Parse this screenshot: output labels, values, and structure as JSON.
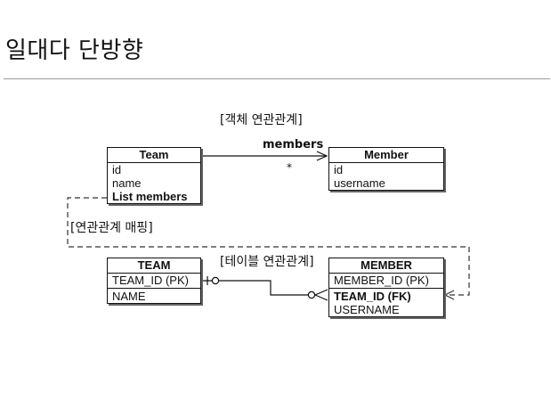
{
  "page": {
    "title": "일대다 단방향"
  },
  "labels": {
    "object_relation": "[객체 연관관계]",
    "members": "members",
    "multiplicity": "*",
    "relation_mapping": "[연관관계 매핑]",
    "table_relation": "[테이블 연관관계]"
  },
  "object_team": {
    "name": "Team",
    "fields": [
      "id",
      "name",
      "List members"
    ]
  },
  "object_member": {
    "name": "Member",
    "fields": [
      "id",
      "username"
    ]
  },
  "table_team": {
    "name": "TEAM",
    "pk": "TEAM_ID (PK)",
    "cols": [
      "NAME"
    ]
  },
  "table_member": {
    "name": "MEMBER",
    "pk": "MEMBER_ID (PK)",
    "fk": "TEAM_ID (FK)",
    "cols": [
      "USERNAME"
    ]
  }
}
